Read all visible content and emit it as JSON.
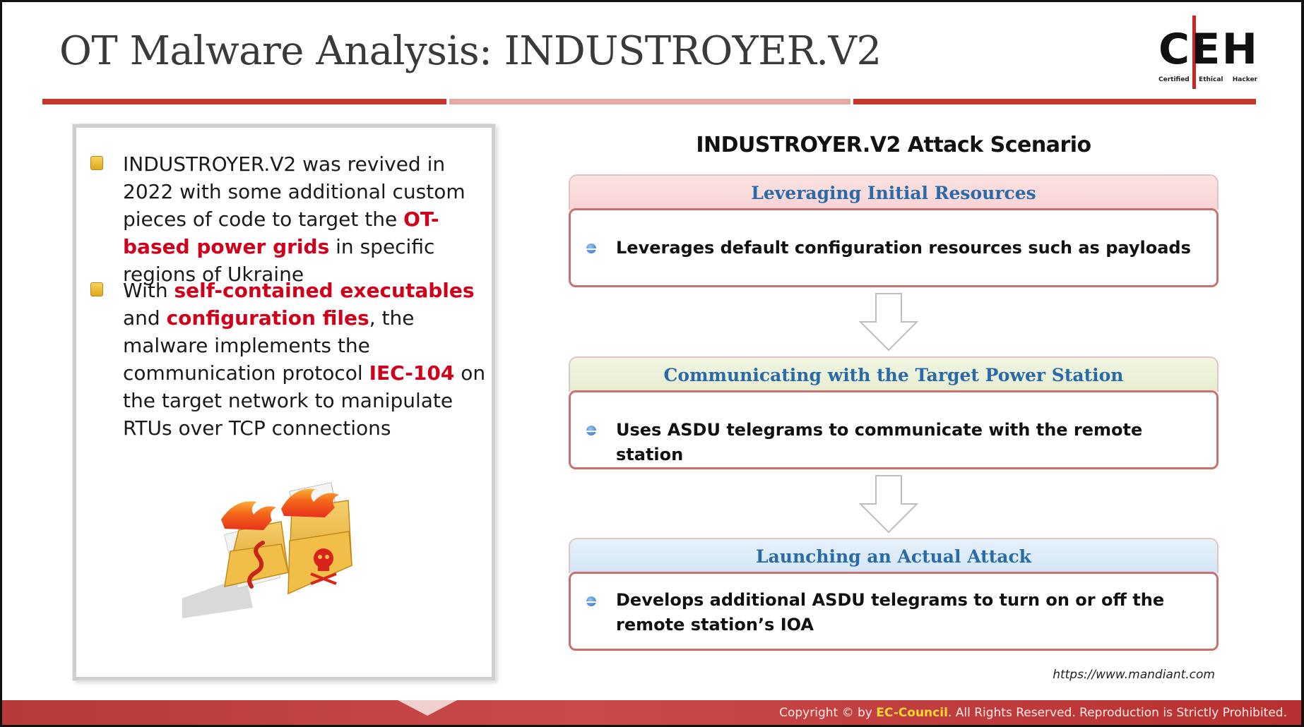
{
  "header": {
    "title": "OT Malware Analysis: INDUSTROYER.V2",
    "logo": {
      "letters": [
        "C",
        "E",
        "H"
      ],
      "subtitles": [
        "Certified",
        "Ethical",
        "Hacker"
      ]
    }
  },
  "left_panel": {
    "bullet1": {
      "p1": "INDUSTROYER.V2 was revived in 2022 with some additional custom pieces of code to target the ",
      "h1": "OT-based power grids",
      "p2": " in specific regions of Ukraine"
    },
    "bullet2": {
      "p1": "With ",
      "h1": "self-contained executables",
      "p2": " and ",
      "h2": "configuration files",
      "p3": ", the malware implements the communication protocol ",
      "h3": "IEC-104",
      "p4": " on the target network to manipulate RTUs over TCP connections"
    }
  },
  "scenario": {
    "title": "INDUSTROYER.V2 Attack Scenario",
    "steps": [
      {
        "heading": "Leveraging Initial Resources",
        "text": "Leverages default configuration resources such as payloads"
      },
      {
        "heading": "Communicating with the Target Power Station",
        "text": "Uses ASDU telegrams to communicate with the remote station"
      },
      {
        "heading": "Launching an Actual Attack",
        "text": "Develops additional ASDU telegrams to turn on or off the remote station’s IOA"
      }
    ],
    "source": "https://www.mandiant.com"
  },
  "footer": {
    "prefix": "Copyright © by ",
    "brand": "EC-Council",
    "suffix": ". All Rights Reserved. Reproduction  is Strictly  Prohibited."
  },
  "colors": {
    "accent_red": "#c0392b",
    "highlight_red": "#d0021b",
    "heading_blue": "#2a6aa8"
  }
}
